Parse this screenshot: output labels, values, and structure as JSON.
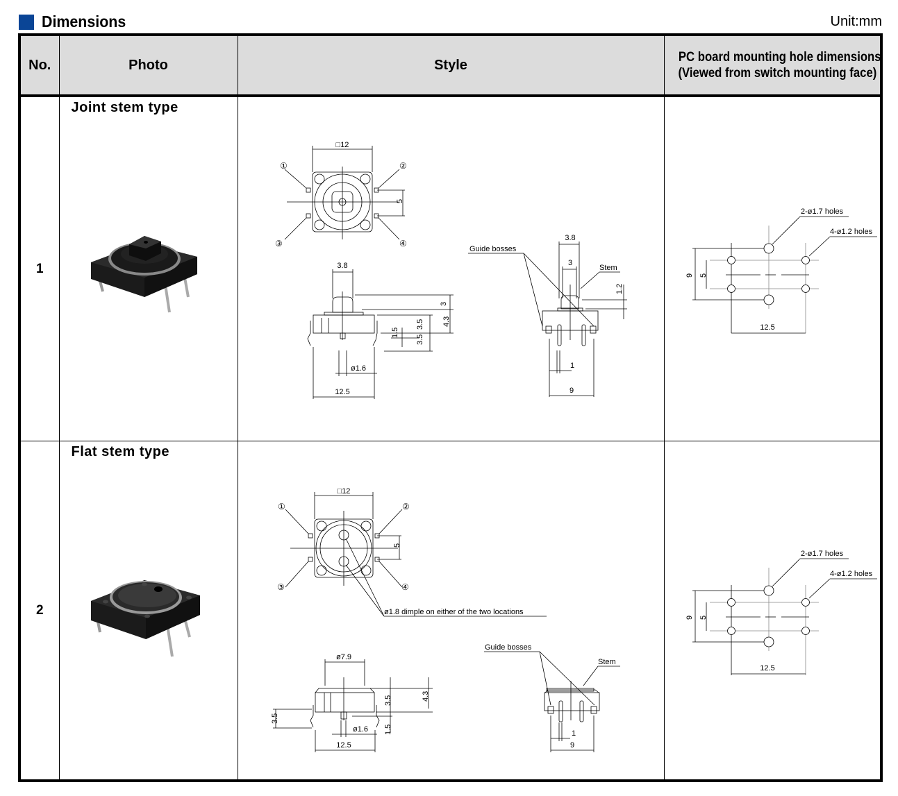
{
  "header": {
    "title": "Dimensions",
    "unit": "Unit:mm",
    "accent_color": "#0a4596"
  },
  "table": {
    "columns": {
      "no": "No.",
      "photo": "Photo",
      "style": "Style",
      "pc_line1": "PC board mounting hole dimensions",
      "pc_line2": "(Viewed from switch mounting face)"
    },
    "rows": [
      {
        "no": "1",
        "type": "Joint stem type",
        "style": {
          "top_view": {
            "width": "□12",
            "pitch": "5",
            "terminals": [
              "①",
              "②",
              "③",
              "④"
            ]
          },
          "front_view": {
            "stem_width": "3.8",
            "stem_height": "3",
            "body_height": "4.3",
            "upper": "3.5",
            "lower": "3.5",
            "boss": "1.5",
            "boss_dia": "ø1.6",
            "overall": "12.5"
          },
          "side_view": {
            "label_guide": "Guide bosses",
            "label_stem": "Stem",
            "stem_outer": "3.8",
            "stem_inner": "3",
            "step": "1.2",
            "pin": "1",
            "pitch": "9"
          }
        },
        "pc": {
          "big_holes": "2-ø1.7 holes",
          "small_holes": "4-ø1.2 holes",
          "v_outer": "9",
          "v_inner": "5",
          "h": "12.5"
        }
      },
      {
        "no": "2",
        "type": "Flat stem type",
        "style": {
          "top_view": {
            "width": "□12",
            "pitch": "5",
            "terminals": [
              "①",
              "②",
              "③",
              "④"
            ],
            "dimple_note": "ø1.8 dimple on either of the two locations"
          },
          "front_view": {
            "stem_dia": "ø7.9",
            "body": "3.5",
            "overall_h": "4.3",
            "leg": "3.5",
            "boss": "1.5",
            "boss_dia": "ø1.6",
            "overall": "12.5"
          },
          "side_view": {
            "label_guide": "Guide bosses",
            "label_stem": "Stem",
            "pin": "1",
            "pitch": "9"
          }
        },
        "pc": {
          "big_holes": "2-ø1.7 holes",
          "small_holes": "4-ø1.2 holes",
          "v_outer": "9",
          "v_inner": "5",
          "h": "12.5"
        }
      }
    ]
  }
}
